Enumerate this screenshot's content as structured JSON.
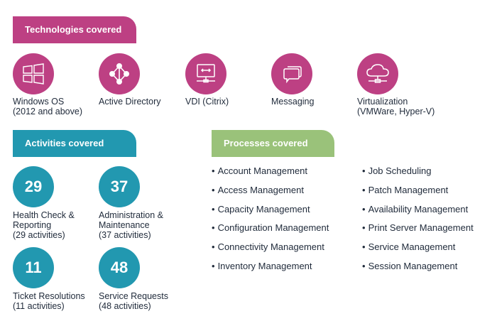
{
  "technologies": {
    "title": "Technologies covered",
    "items": [
      {
        "icon": "windows-icon",
        "line1": "Windows OS",
        "line2": "(2012 and above)"
      },
      {
        "icon": "network-nodes-icon",
        "line1": "Active Directory",
        "line2": ""
      },
      {
        "icon": "monitor-icon",
        "line1": "VDI (Citrix)",
        "line2": ""
      },
      {
        "icon": "chat-bubbles-icon",
        "line1": "Messaging",
        "line2": ""
      },
      {
        "icon": "cloud-network-icon",
        "line1": "Virtualization",
        "line2": "(VMWare, Hyper-V)"
      }
    ]
  },
  "activities": {
    "title": "Activities covered",
    "items": [
      {
        "count": "29",
        "line1": "Health Check &",
        "line2": "Reporting",
        "line3": "(29 activities)"
      },
      {
        "count": "37",
        "line1": "Administration &",
        "line2": "Maintenance",
        "line3": "(37 activities)"
      },
      {
        "count": "11",
        "line1": "Ticket Resolutions",
        "line2": "(11 activities)"
      },
      {
        "count": "48",
        "line1": "Service Requests",
        "line2": "(48 activities)"
      }
    ]
  },
  "processes": {
    "title": "Processes covered",
    "bullet": "•",
    "column1": [
      "Account Management",
      "Access Management",
      "Capacity Management",
      "Configuration Management",
      "Connectivity Management",
      "Inventory Management"
    ],
    "column2": [
      "Job Scheduling",
      "Patch Management",
      "Availability Management",
      "Print Server Management",
      "Service Management",
      "Session Management"
    ]
  },
  "colors": {
    "technologies": "#bd4083",
    "activities": "#2298b0",
    "processes": "#9ac27a"
  }
}
